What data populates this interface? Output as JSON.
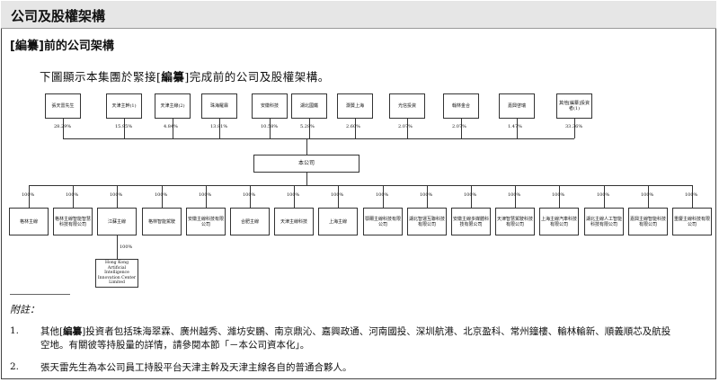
{
  "header": {
    "title": "公司及股權架構"
  },
  "section": {
    "title": "[編纂]前的公司架構"
  },
  "intro": {
    "before": "下圖顯示本集團於緊接[",
    "bold": "編纂",
    "after": "]完成前的公司及股權架構。"
  },
  "shareholders": [
    {
      "name": "張天雷先生",
      "pct": "28.29%"
    },
    {
      "name": "天津主幹(1)",
      "pct": "15.95%"
    },
    {
      "name": "天津主線(2)",
      "pct": "4.84%"
    },
    {
      "name": "珠海羅霖",
      "pct": "13.81%"
    },
    {
      "name": "安徽科技",
      "pct": "10.58%"
    },
    {
      "name": "湖北國鐵",
      "pct": "5.28%"
    },
    {
      "name": "灝贊上海",
      "pct": "2.60%"
    },
    {
      "name": "光信投資",
      "pct": "2.07%"
    },
    {
      "name": "翰林金合",
      "pct": "2.07%"
    },
    {
      "name": "嘉興啓瑞",
      "pct": "1.47%"
    },
    {
      "name": "其他[編纂]投資者(1)",
      "pct": "33.36%"
    }
  ],
  "company": {
    "name": "本公司"
  },
  "subsidiaries": [
    {
      "name": "格林主線",
      "pct": "100%"
    },
    {
      "name": "格林主線智能智慧科技有限公司",
      "pct": "100%"
    },
    {
      "name": "江蘇主線",
      "pct": "100%"
    },
    {
      "name": "格林智能駕駛",
      "pct": "100%"
    },
    {
      "name": "安徽主線科技有限公司",
      "pct": "100%"
    },
    {
      "name": "合肥主線",
      "pct": "100%"
    },
    {
      "name": "天津主線科技",
      "pct": "100%"
    },
    {
      "name": "上海主線",
      "pct": "100%"
    },
    {
      "name": "鄂爾主線科技有限公司",
      "pct": "100%"
    },
    {
      "name": "湖北智運互聯科技有限公司",
      "pct": "100%"
    },
    {
      "name": "安徽主線多媒體科技有限公司",
      "pct": "100%"
    },
    {
      "name": "天津智慧駕駛科技有限公司",
      "pct": "100%"
    },
    {
      "name": "上海主線汽車科技有限公司",
      "pct": "100%"
    },
    {
      "name": "湖北主線人工智能科技有限公司",
      "pct": "100%"
    },
    {
      "name": "嘉興主線智能科技有限公司",
      "pct": "100%"
    },
    {
      "name": "重慶主線科技有限公司",
      "pct": "100%"
    }
  ],
  "sub_sub": {
    "name": "Hong Kong Artificial Intelligence Innovation Center Limited",
    "pct": "100%"
  },
  "notes": {
    "label": "附註：",
    "items": [
      {
        "num": "1.",
        "line1_before": "其他[",
        "line1_bold": "編纂",
        "line1_after": "]投資者包括珠海翠霖、廣州越秀、濰坊安鵬、南京鼎沁、嘉興政通、河南國投、深圳航港、北京盈科、常州鐘樓、輸林輸新、順義順芯及航投",
        "line2": "空地。有關彼等持股量的詳情，請參閱本節「－本公司資本化」。"
      },
      {
        "num": "2.",
        "line1": "張天雷先生為本公司員工持股平台天津主幹及天津主線各自的普通合夥人。"
      }
    ]
  }
}
